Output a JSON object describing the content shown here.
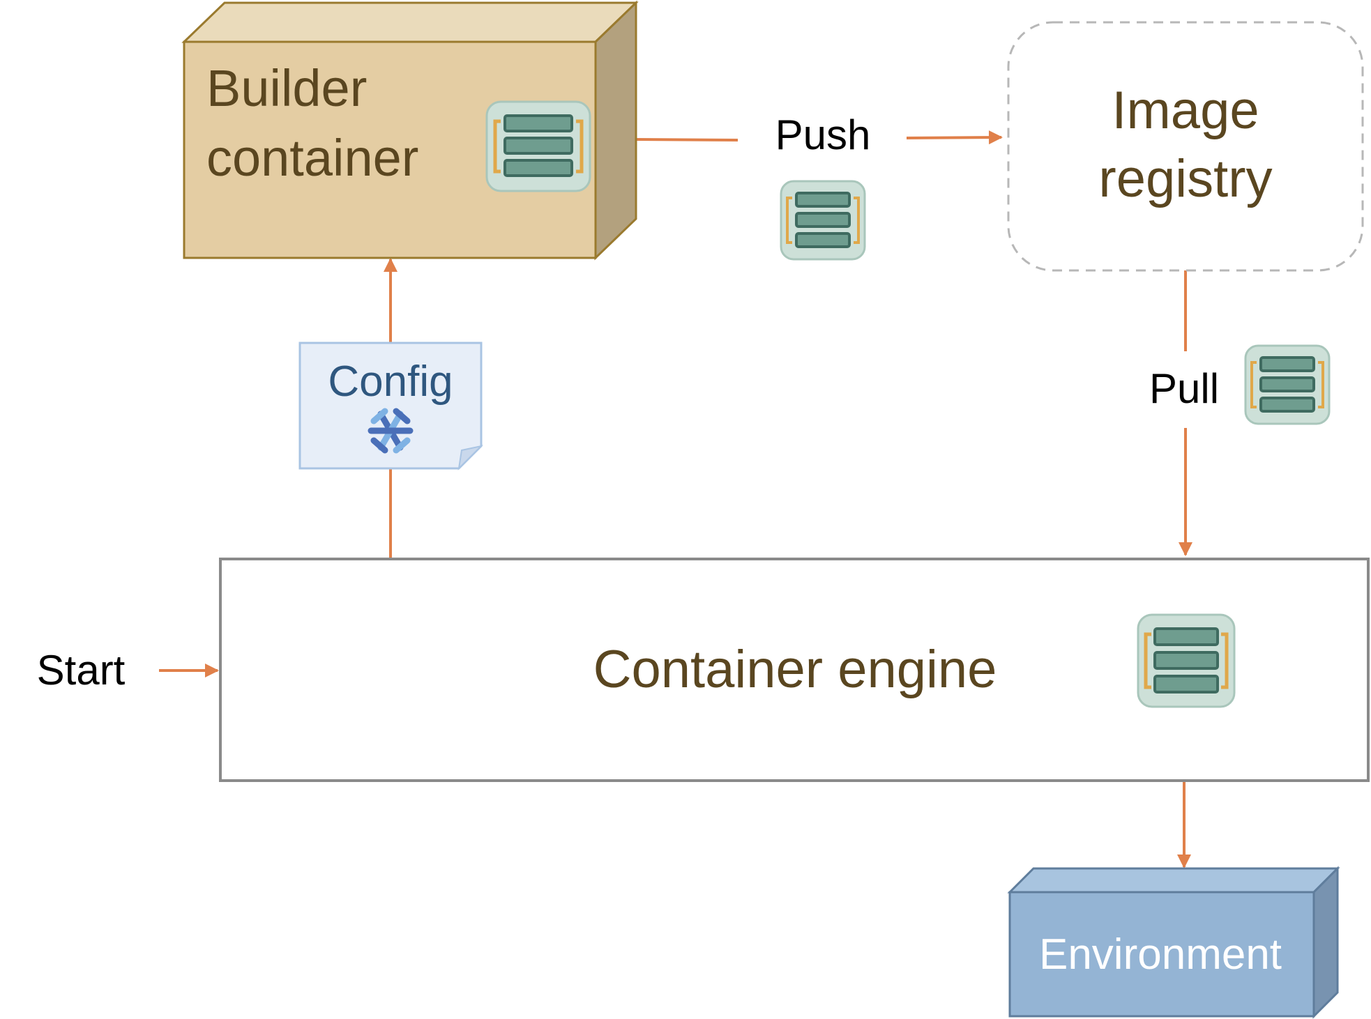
{
  "colors": {
    "arrow": "#e0804a",
    "builder_front": "#e4cda3",
    "builder_top": "#eadbbb",
    "builder_side": "#b3a17e",
    "builder_stroke": "#9a7a2e",
    "box_text": "#5a4620",
    "registry_stroke": "#b7b7b7",
    "engine_stroke": "#8a8a8a",
    "config_fill": "#e7eef8",
    "config_stroke": "#a9c4e3",
    "config_text": "#2f577f",
    "env_front": "#94b4d4",
    "env_top": "#a8c4df",
    "env_side": "#7893b0",
    "env_stroke": "#5f7d9c",
    "env_text": "#ffffff",
    "image_tile": "#cde0d8",
    "image_bar": "#6f9d8f",
    "image_bar_stroke": "#3f6b60",
    "image_bracket": "#e0a84a",
    "snowflake_dark": "#4a6fb8",
    "snowflake_light": "#7fb2e4"
  },
  "nodes": {
    "builder": {
      "line1": "Builder",
      "line2": "container",
      "icon": "container-image-icon"
    },
    "registry": {
      "line1": "Image",
      "line2": "registry"
    },
    "engine": {
      "label": "Container engine",
      "icon": "container-image-icon"
    },
    "environment": {
      "label": "Environment"
    },
    "config": {
      "label": "Config",
      "icon": "nix-snowflake-icon"
    }
  },
  "edges": {
    "push": {
      "label": "Push",
      "icon": "container-image-icon"
    },
    "pull": {
      "label": "Pull",
      "icon": "container-image-icon"
    },
    "start": {
      "label": "Start"
    }
  }
}
